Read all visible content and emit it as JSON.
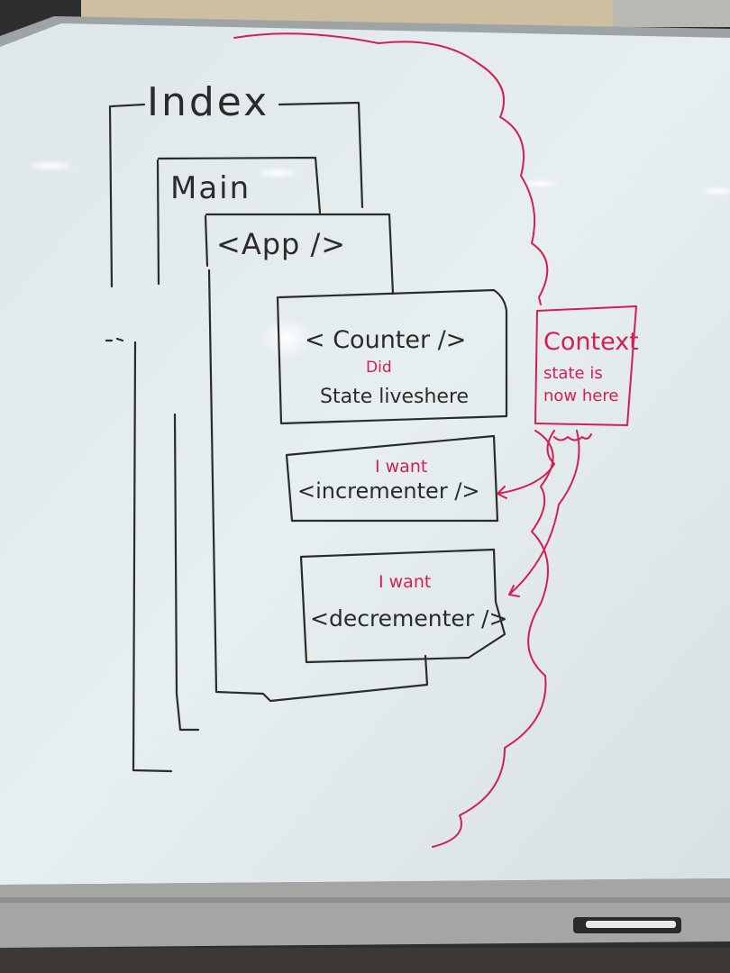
{
  "colors": {
    "marker_black": "#2b2b2b",
    "marker_red": "#d22052",
    "board": "#e4ecef",
    "tray": "#a8a8a6",
    "frame_top": "#c9b99a"
  },
  "diagram": {
    "index_label": "Index",
    "main_label": "Main",
    "app_label": "<App />",
    "counter_label": "< Counter />",
    "counter_did": "Did",
    "counter_state": "State liveshere",
    "incrementer_want": "I want",
    "incrementer_label": "<incrementer />",
    "decrementer_want": "I want",
    "decrementer_label": "<decrementer />",
    "context_title": "Context",
    "context_line1": "state is",
    "context_line2": "now here"
  }
}
